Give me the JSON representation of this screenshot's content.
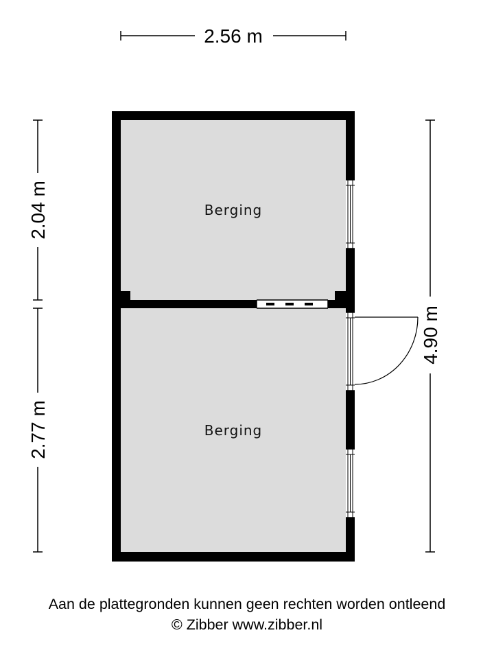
{
  "dimensions": {
    "width": "2.56 m",
    "upper_height": "2.04 m",
    "lower_height": "2.77 m",
    "total_height": "4.90 m"
  },
  "rooms": [
    {
      "label": "Berging"
    },
    {
      "label": "Berging"
    }
  ],
  "footer": {
    "disclaimer": "Aan de plattegronden kunnen geen rechten worden ontleend",
    "copyright": "© Zibber www.zibber.nl"
  },
  "colors": {
    "wall": "#000000",
    "floor": "#dcdcdc",
    "background": "#ffffff"
  }
}
